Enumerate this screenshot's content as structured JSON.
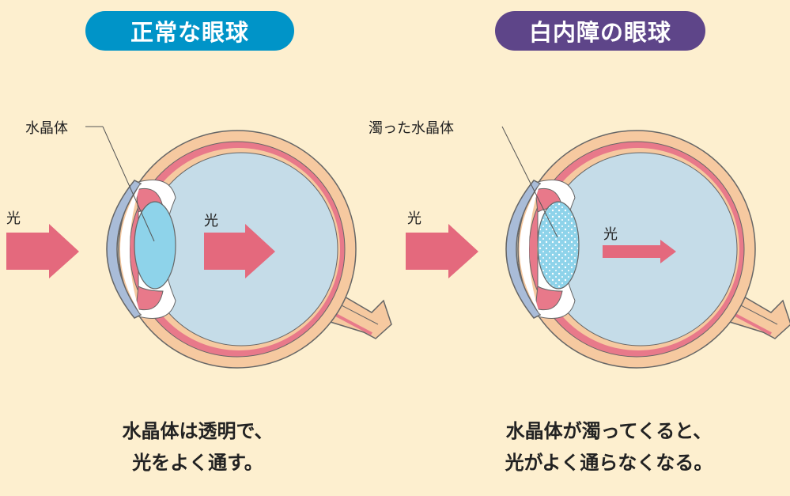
{
  "titles": {
    "normal": "正常な眼球",
    "cataract": "白内障の眼球"
  },
  "labels": {
    "lens_normal": "水晶体",
    "lens_cloudy": "濁った水晶体",
    "light": "光"
  },
  "captions": {
    "normal": [
      "水晶体は透明で、",
      "光をよく通す。"
    ],
    "cataract": [
      "水晶体が濁ってくると、",
      "光がよく通らなくなる。"
    ]
  },
  "colors": {
    "normal_title": "#0094c8",
    "cataract_title": "#5e4589",
    "arrow": "#e4697d",
    "background": "#fdefcf"
  }
}
